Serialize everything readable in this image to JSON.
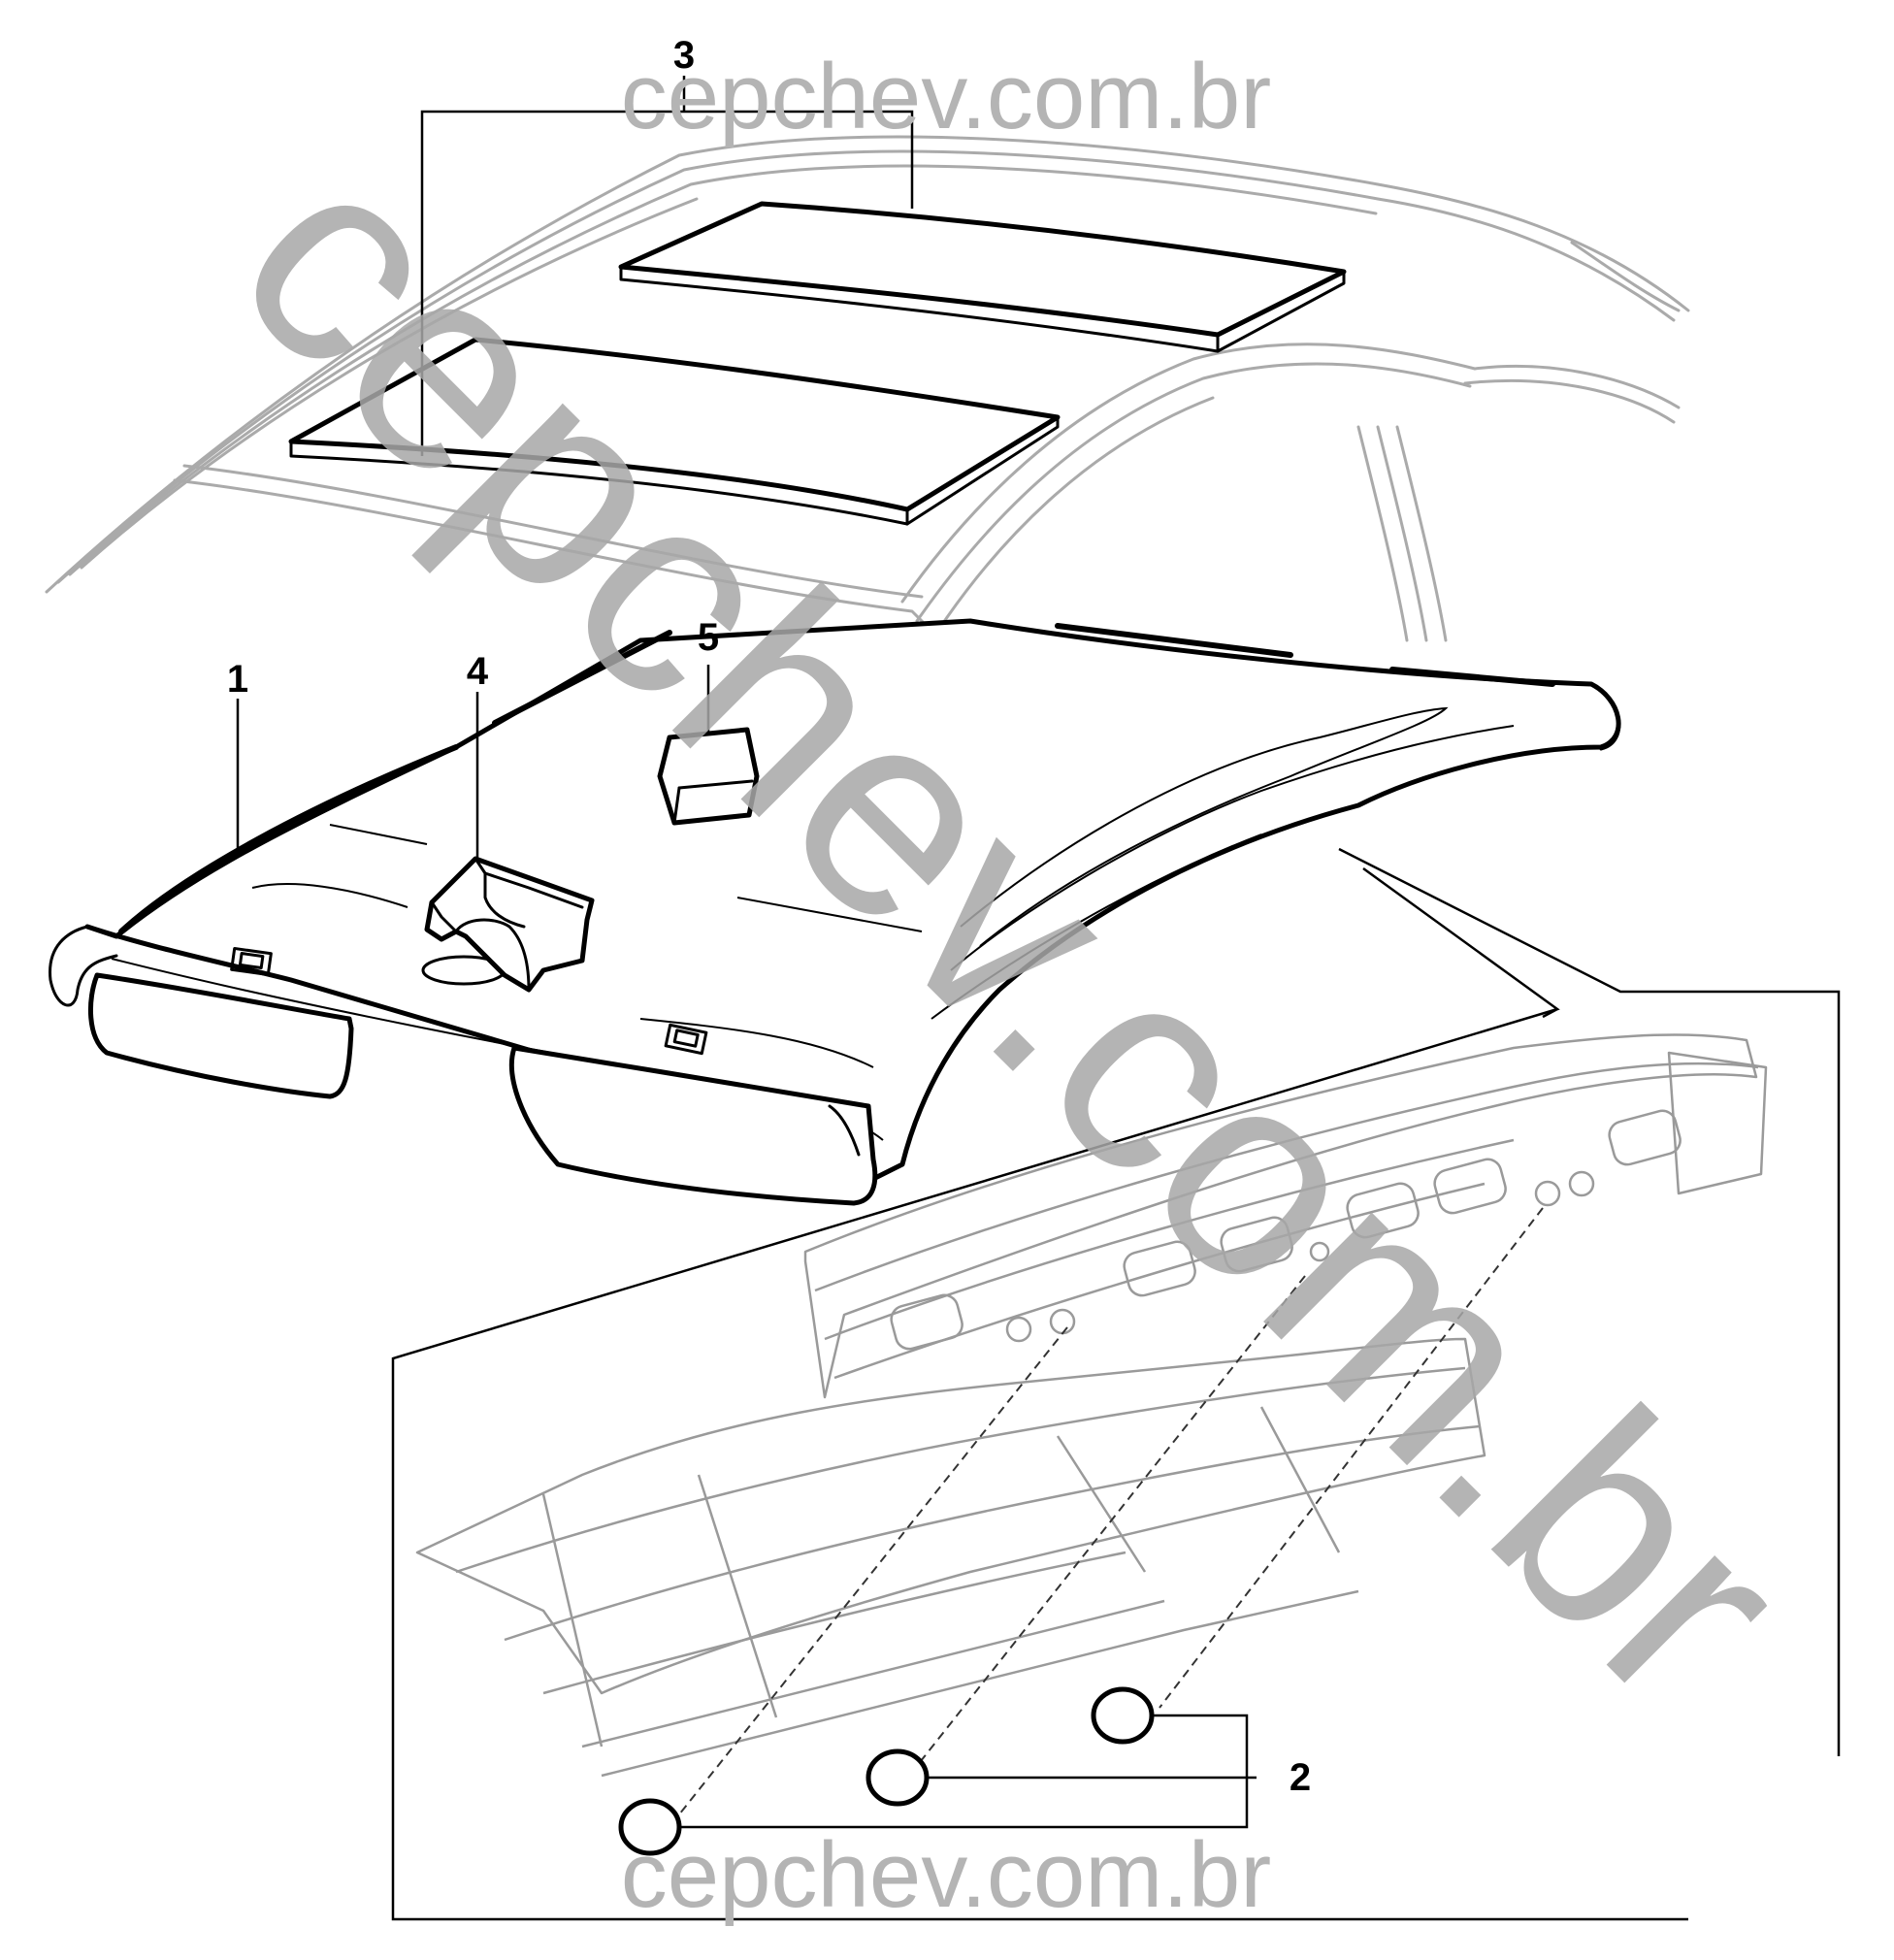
{
  "watermark": {
    "top_text": "cepchev.com.br",
    "bottom_text": "cepchev.com.br",
    "diagonal_text": "cepchev.com.br"
  },
  "callouts": {
    "item_1": "1",
    "item_2": "2",
    "item_3": "3",
    "item_4": "4",
    "item_5": "5"
  },
  "colors": {
    "line_art": "#000000",
    "body_outline": "#aaaaaa",
    "watermark": "#b4b4b4",
    "background": "#ffffff"
  }
}
